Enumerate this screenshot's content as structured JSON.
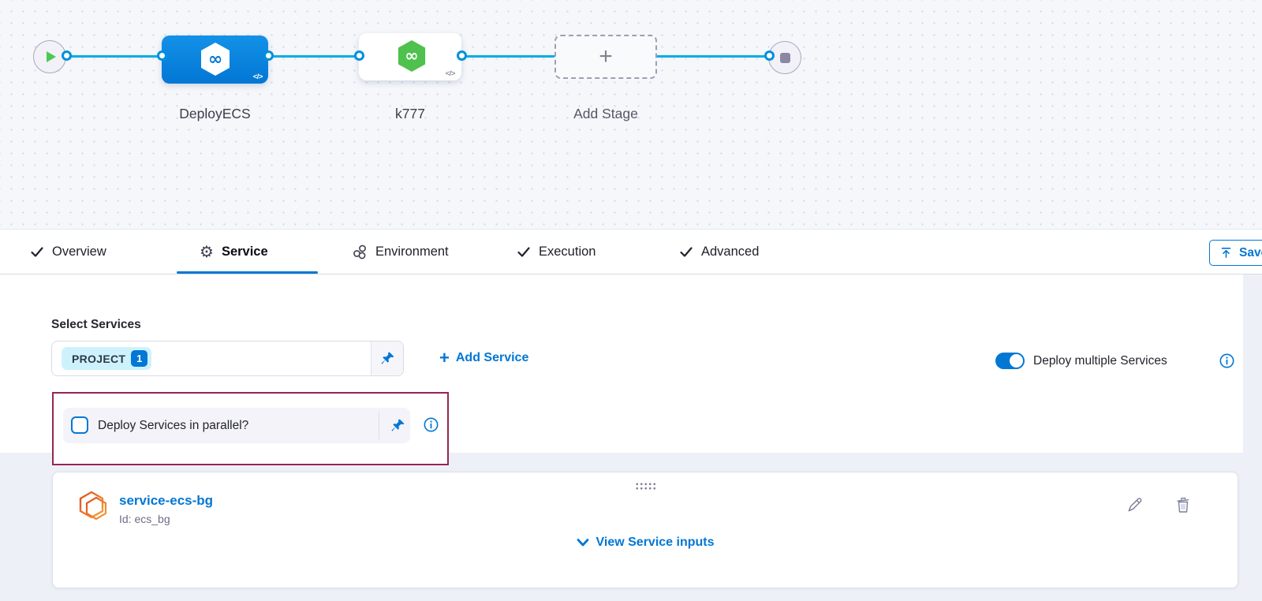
{
  "colors": {
    "accent": "#0278d5",
    "connector_line": "#00ade4",
    "annotation_highlight": "#982456",
    "stage_node_blue": "#0277d4",
    "stage_node_green": "#4fc14d",
    "service_icon_orange": "#e8631f"
  },
  "canvas": {
    "stages": [
      {
        "name": "DeployECS"
      },
      {
        "name": "k777"
      }
    ],
    "add_stage_label": "Add Stage",
    "code_badge": "</>"
  },
  "tabs": [
    {
      "label": "Overview"
    },
    {
      "label": "Service"
    },
    {
      "label": "Environment"
    },
    {
      "label": "Execution"
    },
    {
      "label": "Advanced"
    }
  ],
  "toolbar": {
    "save_label": "Save"
  },
  "service_tab": {
    "select_services_label": "Select Services",
    "service_chip": {
      "label": "PROJECT",
      "count": "1"
    },
    "add_service_label": "Add Service",
    "deploy_multiple_toggle_label": "Deploy multiple Services",
    "parallel_checkbox_label": "Deploy Services in parallel?",
    "service_card": {
      "name": "service-ecs-bg",
      "id": "Id: ecs_bg",
      "view_inputs_label": "View Service inputs"
    }
  }
}
